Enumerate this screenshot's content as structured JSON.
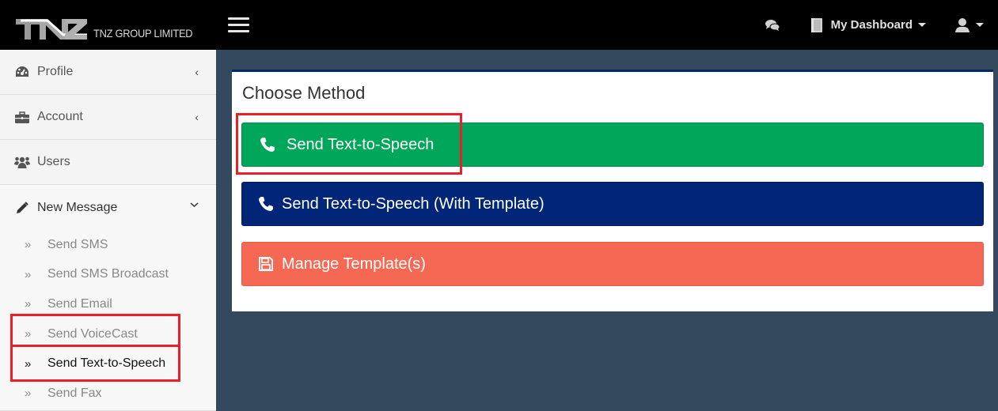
{
  "header": {
    "logo_mark": "TNZ",
    "logo_text": "TNZ GROUP LIMITED",
    "menu_toggle_icon": "hamburger-icon",
    "messages_icon": "chat-bubbles-icon",
    "dashboard_icon": "book-icon",
    "dashboard_label": "My Dashboard",
    "user_icon": "user-icon"
  },
  "sidebar": {
    "items": [
      {
        "label": "Profile",
        "icon": "dashboard-gauge-icon",
        "chevron": "‹"
      },
      {
        "label": "Account",
        "icon": "briefcase-icon",
        "chevron": "‹"
      },
      {
        "label": "Users",
        "icon": "users-icon",
        "chevron": ""
      },
      {
        "label": "New Message",
        "icon": "pencil-icon",
        "chevron": "⌄",
        "expanded": true,
        "children": [
          {
            "label": "Send SMS"
          },
          {
            "label": "Send SMS Broadcast"
          },
          {
            "label": "Send Email"
          },
          {
            "label": "Send VoiceCast",
            "highlighted": true
          },
          {
            "label": "Send Text-to-Speech",
            "active": true,
            "highlighted": true
          },
          {
            "label": "Send Fax"
          }
        ]
      }
    ],
    "sub_bullet": "»"
  },
  "main": {
    "title": "Choose Method",
    "buttons": [
      {
        "label": "Send Text-to-Speech",
        "icon": "phone-icon",
        "color": "#00a65a",
        "highlighted": true
      },
      {
        "label": "Send Text-to-Speech (With Template)",
        "icon": "phone-icon",
        "color": "#022677"
      },
      {
        "label": "Manage Template(s)",
        "icon": "floppy-disk-icon",
        "color": "#f56954"
      }
    ]
  },
  "colors": {
    "navbar": "#000000",
    "content_bg": "#34495e",
    "sidebar_bg": "#f4f4f4",
    "panel_border": "#03286e",
    "highlight_box": "#e8202a"
  }
}
